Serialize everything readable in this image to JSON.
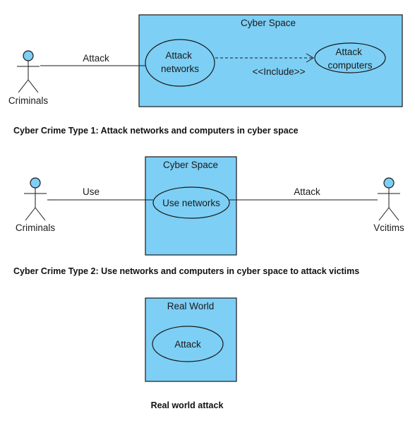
{
  "colors": {
    "system_fill": "#7dcff5",
    "actor_head": "#7dcff5",
    "line": "#1a1a1a"
  },
  "diagram1": {
    "system_label": "Cyber Space",
    "actor": "Criminals",
    "assoc_label": "Attack",
    "usecase_a": [
      "Attack",
      "networks"
    ],
    "usecase_b": [
      "Attack",
      "computers"
    ],
    "include_label": "<<Include>>",
    "caption": "Cyber Crime Type 1: Attack networks and computers in cyber space"
  },
  "diagram2": {
    "system_label": "Cyber Space",
    "actor_left": "Criminals",
    "actor_right": "Vcitims",
    "assoc_left_label": "Use",
    "assoc_right_label": "Attack",
    "usecase": "Use networks",
    "caption": "Cyber Crime Type 2: Use networks and computers in cyber space to attack victims"
  },
  "diagram3": {
    "system_label": "Real World",
    "usecase": "Attack",
    "caption": "Real world attack"
  }
}
